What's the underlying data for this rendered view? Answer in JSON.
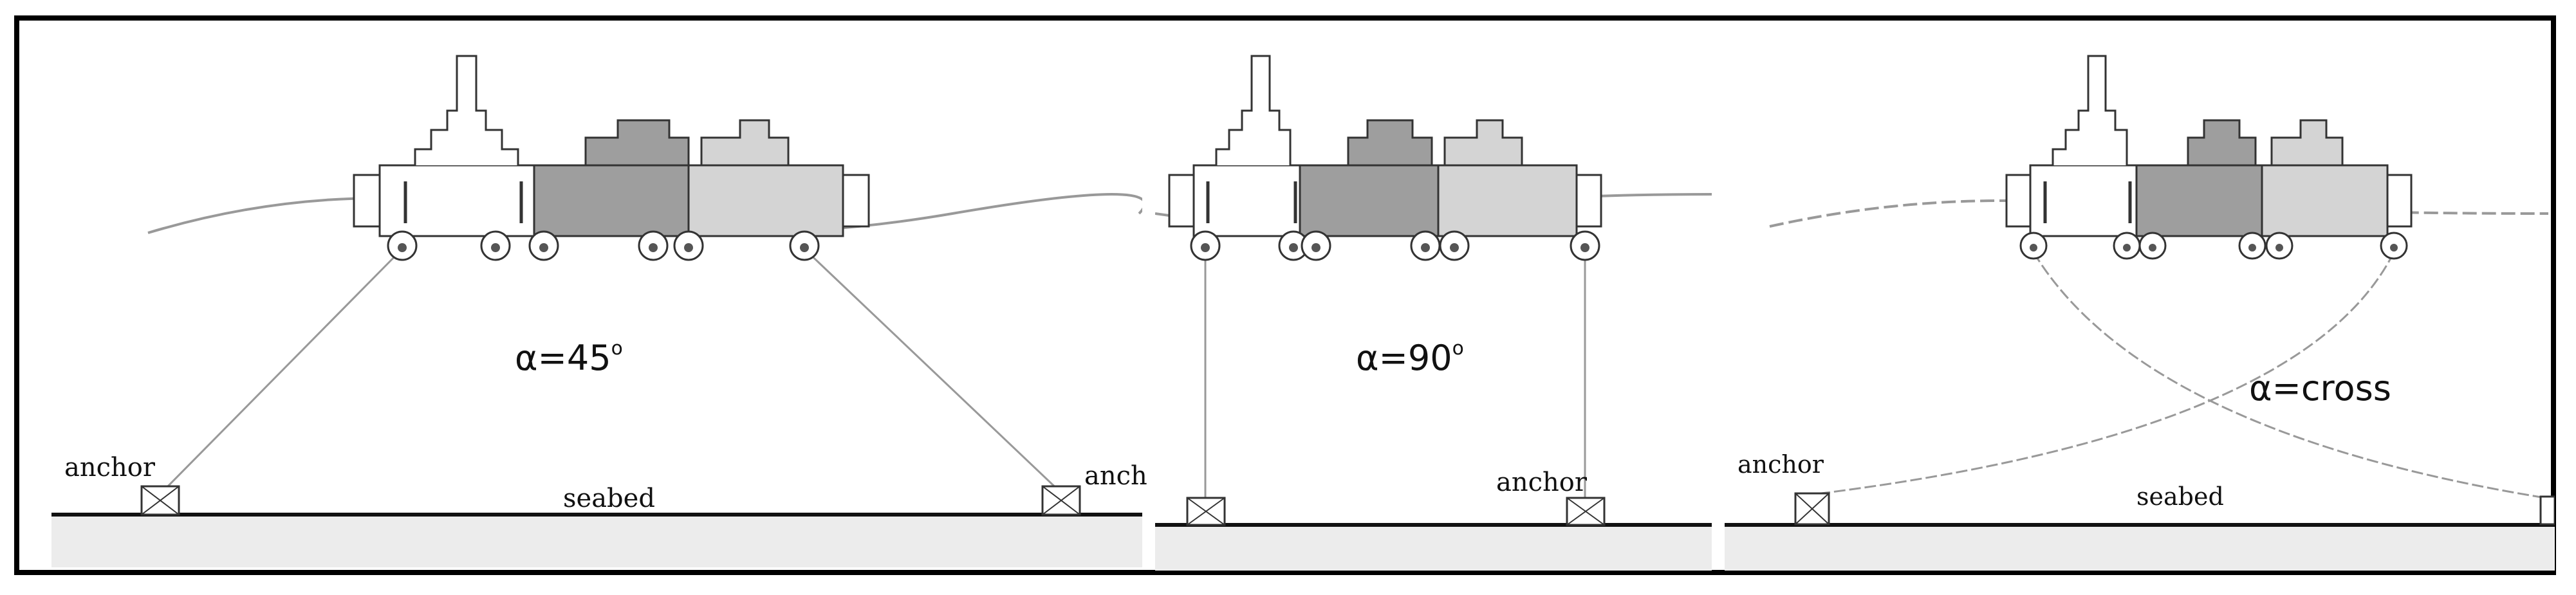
{
  "panels": [
    {
      "angle_prefix": "α=",
      "angle_value": "45",
      "angle_unit": "o",
      "anchor_left": "anchor",
      "anchor_right": "anch",
      "seabed": "seabed"
    },
    {
      "angle_prefix": "α=",
      "angle_value": "90",
      "angle_unit": "o",
      "anchor_right": "anchor"
    },
    {
      "angle_label": "α=cross",
      "anchor_left": "anchor",
      "seabed": "seabed"
    }
  ],
  "colors": {
    "dark_hull": "#9e9e9e",
    "light_hull": "#d4d4d4",
    "seabed_fill": "#ececec",
    "line": "#888888"
  }
}
